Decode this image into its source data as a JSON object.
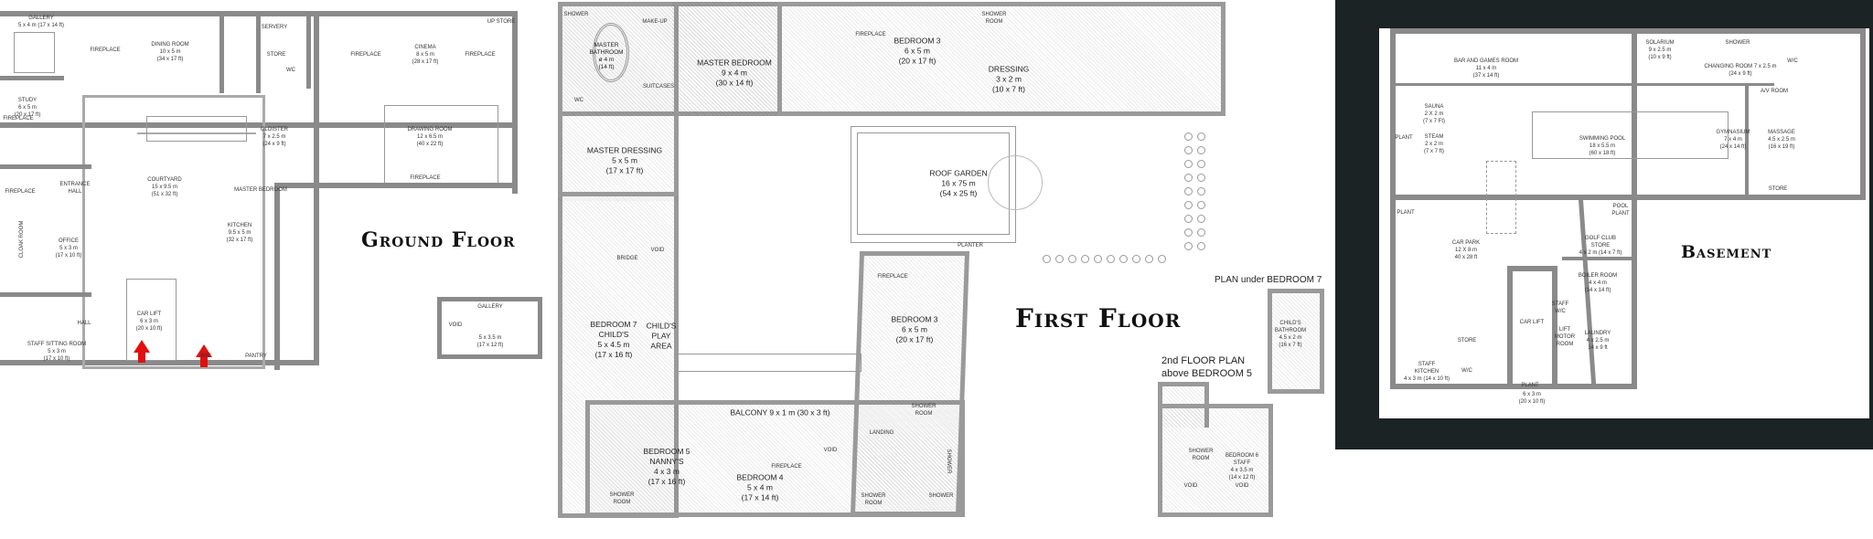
{
  "ground_floor": {
    "title": "Ground Floor",
    "rooms": [
      {
        "name": "GALLERY",
        "size": "5 x 4 m (17 x 14 ft)"
      },
      {
        "name": "DINING ROOM",
        "size_m": "10 x 5 m",
        "size_ft": "(34 x 17 ft)"
      },
      {
        "name": "CINEMA",
        "size_m": "8 x 5 m",
        "size_ft": "(28 x 17 ft)"
      },
      {
        "name": "STUDY",
        "size_m": "6 x 5 m",
        "size_ft": "(20 x 17 ft)"
      },
      {
        "name": "CLOISTER",
        "size_m": "7 x 2.5 m",
        "size_ft": "(24 x 9 ft)"
      },
      {
        "name": "DRAWING ROOM",
        "size_m": "12 x 6.5 m",
        "size_ft": "(40 x 22 ft)"
      },
      {
        "name": "COURTYARD",
        "size_m": "15 x 9.5 m",
        "size_ft": "(51 x 32 ft)"
      },
      {
        "name": "ENTRANCE",
        "size_m": "HALL",
        "size_ft": ""
      },
      {
        "name": "MASTER BEDROOM",
        "size_m": "",
        "size_ft": ""
      },
      {
        "name": "KITCHEN",
        "size_m": "9.5 x 5 m",
        "size_ft": "(32 x 17 ft)"
      },
      {
        "name": "OFFICE",
        "size_m": "5 x 3 m",
        "size_ft": "(17 x 10 ft)"
      },
      {
        "name": "CLOAK ROOM",
        "size_m": "",
        "size_ft": ""
      },
      {
        "name": "CAR LIFT",
        "size_m": "6 x 3 m",
        "size_ft": "(20 x 10 ft)"
      },
      {
        "name": "STAFF SITTING ROOM",
        "size_m": "5 x 3 m",
        "size_ft": "(17 x 10 ft)"
      },
      {
        "name": "HALL",
        "size_m": "",
        "size_ft": ""
      },
      {
        "name": "PANTRY",
        "size_m": "",
        "size_ft": ""
      },
      {
        "name": "W/C",
        "size_m": "",
        "size_ft": ""
      }
    ],
    "minor": [
      "FIREPLACE",
      "FIREPLACE",
      "FIREPLACE",
      "FIREPLACE",
      "FIREPLACE",
      "FIREPLACE",
      "SERVERY",
      "STORE",
      "WC",
      "UP STORE"
    ],
    "gallery_plan": {
      "name": "GALLERY",
      "size_m": "5 x 3.5 m",
      "size_ft": "(17 x 12 ft)",
      "void": "VOID"
    },
    "arrow_color": "#e01010"
  },
  "first_floor": {
    "title": "First Floor",
    "rooms": [
      {
        "name": "SHOWER"
      },
      {
        "name": "MASTER",
        "name2": "BATHROOM",
        "size_m": "ø 4 m",
        "size_ft": "(14 ft)"
      },
      {
        "name": "MAKE-UP"
      },
      {
        "name": "SUITCASES"
      },
      {
        "name": "WC"
      },
      {
        "name": "MASTER BEDROOM",
        "size_m": "9 x 4 m",
        "size_ft": "(30 x 14 ft)"
      },
      {
        "name": "FIREPLACE"
      },
      {
        "name": "BEDROOM 3",
        "size_m": "6 x 5 m",
        "size_ft": "(20 x 17 ft)"
      },
      {
        "name": "SHOWER",
        "name2": "ROOM"
      },
      {
        "name": "DRESSING",
        "size_m": "3 x 2 m",
        "size_ft": "(10 x 7 ft)"
      },
      {
        "name": "MASTER DRESSING",
        "size_m": "5 x 5 m",
        "size_ft": "(17 x 17 ft)"
      },
      {
        "name": "ROOF GARDEN",
        "size_m": "16 x 75 m",
        "size_ft": "(54 x 25 ft)"
      },
      {
        "name": "PLANTER"
      },
      {
        "name": "BRIDGE"
      },
      {
        "name": "VOID"
      },
      {
        "name": "BEDROOM 7",
        "name2": "CHILD'S",
        "size_m": "5 x 4.5 m",
        "size_ft": "(17 x 16 ft)"
      },
      {
        "name": "CHILD'S",
        "name2": "PLAY",
        "size_m": "AREA"
      },
      {
        "name": "FIREPLACE"
      },
      {
        "name": "BEDROOM 3",
        "size_m": "6 x 5 m",
        "size_ft": "(20 x 17 ft)"
      },
      {
        "name": "SHOWER",
        "name2": "ROOM"
      },
      {
        "name": "BALCONY  9 x 1 m  (30 x 3 ft)"
      },
      {
        "name": "LANDING"
      },
      {
        "name": "VOID"
      },
      {
        "name": "SHOWER"
      },
      {
        "name": "BEDROOM 5",
        "name2": "NANNY'S",
        "size_m": "4 x 3 m",
        "size_ft": "(17 x 16 ft)"
      },
      {
        "name": "BEDROOM 4",
        "size_m": "5 x 4 m",
        "size_ft": "(17 x 14 ft)"
      },
      {
        "name": "FIREPLACE"
      },
      {
        "name": "SHOWER",
        "name2": "ROOM"
      },
      {
        "name": "SHOWER",
        "name2": "ROOM"
      },
      {
        "name": "SHOWER"
      }
    ],
    "plan_under": {
      "title": "PLAN under BEDROOM 7",
      "name": "CHILD'S",
      "name2": "BATHROOM",
      "size_m": "4.5 x 2 m",
      "size_ft": "(16 x 7 ft)"
    },
    "second_floor": {
      "title1": "2nd FLOOR PLAN",
      "title2": "above BEDROOM 5",
      "name": "BEDROOM 6",
      "name2": "STAFF",
      "size_m": "4 x 3.5 m",
      "size_ft": "(14 x 12 ft)",
      "shower": "SHOWER",
      "shower2": "ROOM",
      "void": "VOID"
    }
  },
  "basement": {
    "title": "Basement",
    "rooms": [
      {
        "name": "BAR AND GAMES ROOM",
        "size_m": "11 x 4 m",
        "size_ft": "(37 x 14 ft)"
      },
      {
        "name": "SOLARIUM",
        "size_m": "9 x 2.5 m",
        "size_ft": "(10 x 9 ft)"
      },
      {
        "name": "SHOWER"
      },
      {
        "name": "CHANGING ROOM 7 x 2.5 m",
        "size_m": "(24 x 9 ft)"
      },
      {
        "name": "W/C"
      },
      {
        "name": "A/V ROOM"
      },
      {
        "name": "SAUNA",
        "size_m": "2 X 2 m",
        "size_ft": "(7 x 7 Ft)"
      },
      {
        "name": "STEAM",
        "size_m": "2 x 2 m",
        "size_ft": "(7 x 7 ft)"
      },
      {
        "name": "PLANT"
      },
      {
        "name": "SWIMMING POOL",
        "size_m": "18 x 5.5 m",
        "size_ft": "(60 x 18 ft)"
      },
      {
        "name": "GYMNASIUM",
        "size_m": "7 x 4 m",
        "size_ft": "(24 x 14 ft)"
      },
      {
        "name": "MASSAGE",
        "size_m": "4.5 x 2.5 m",
        "size_ft": "(16 x 19 ft)"
      },
      {
        "name": "STORE"
      },
      {
        "name": "POOL",
        "size_m": "PLANT"
      },
      {
        "name": "PLANT"
      },
      {
        "name": "GOLF CLUB",
        "size_m": "STORE",
        "size_ft": "4 x 2 m (14 x 7 ft)"
      },
      {
        "name": "CAR PARK",
        "size_m": "12 X 8 m",
        "size_ft": "40 x 28 ft"
      },
      {
        "name": "BOILER ROOM",
        "size_m": "4 x 4 m",
        "size_ft": "(14 x 14 ft)"
      },
      {
        "name": "CAR LIFT"
      },
      {
        "name": "6 x 3 m",
        "size_m": "(20 x 10 ft)"
      },
      {
        "name": "LIFT",
        "size_m": "MOTOR",
        "size_ft": "ROOM"
      },
      {
        "name": "STAFF",
        "size_m": "W/C"
      },
      {
        "name": "LAUNDRY",
        "size_m": "4 x 2.5 m",
        "size_ft": "14 x 9 ft"
      },
      {
        "name": "STORE"
      },
      {
        "name": "W/C"
      },
      {
        "name": "STAFF",
        "size_m": "KITCHEN",
        "size_ft": "4 x 3 m (14 x 10 ft)"
      },
      {
        "name": "PLANT"
      }
    ],
    "panel_color": "#1c2324"
  }
}
